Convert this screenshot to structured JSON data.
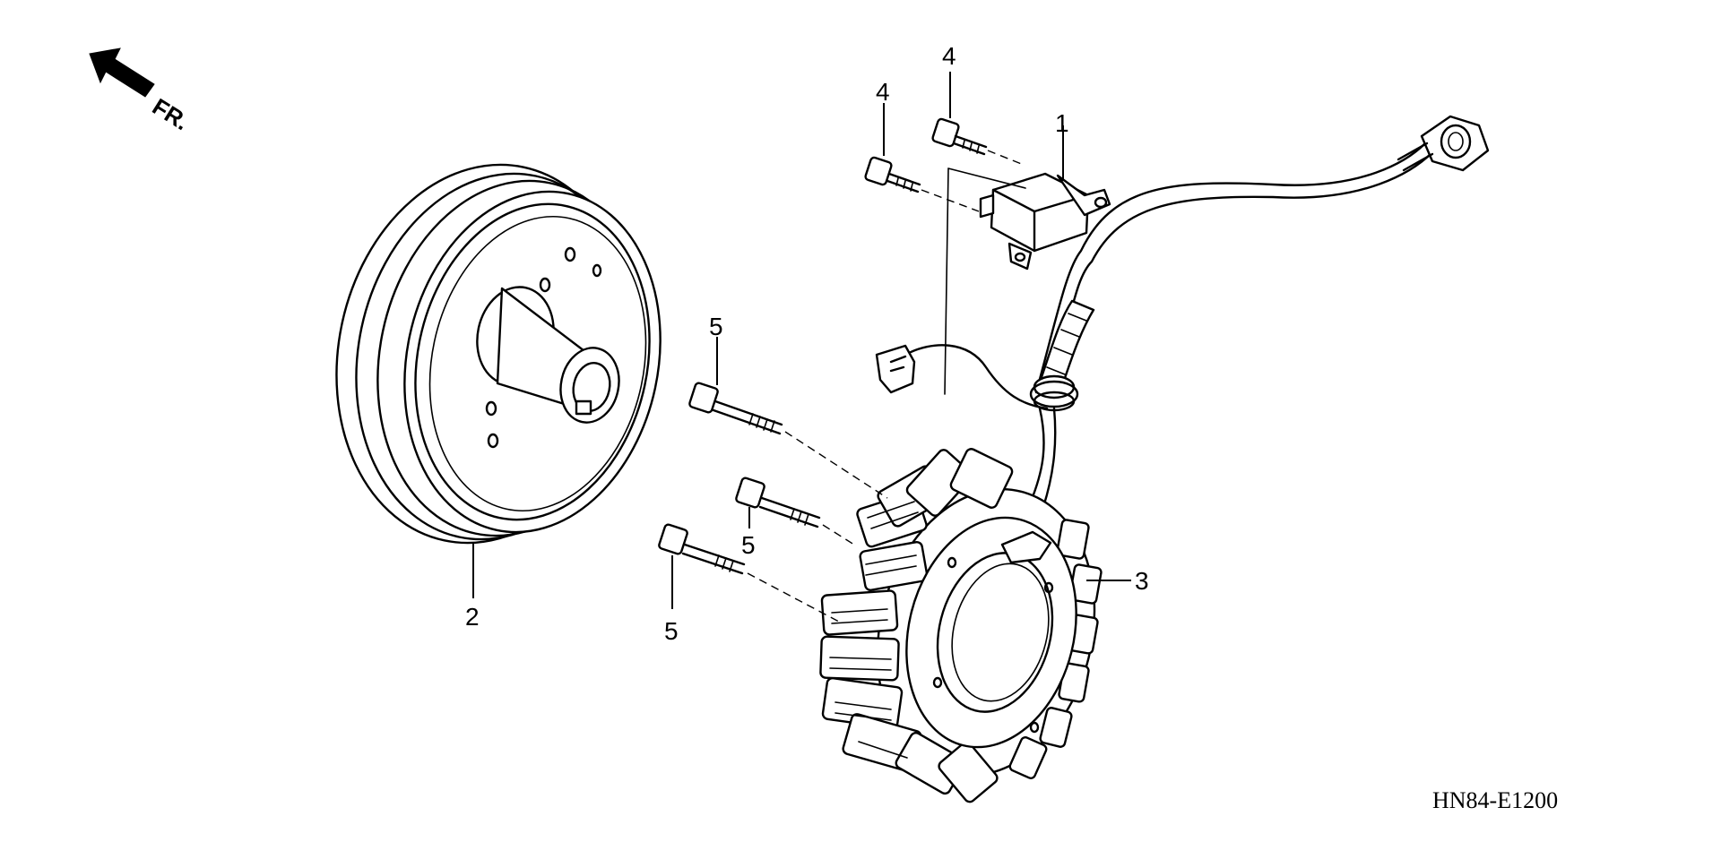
{
  "direction_indicator": {
    "label": "FR."
  },
  "callouts": {
    "part_1": "1",
    "part_2": "2",
    "part_3": "3",
    "part_4_upper": "4",
    "part_4_lower": "4",
    "part_5_upper": "5",
    "part_5_middle": "5",
    "part_5_lower": "5"
  },
  "diagram_code": "HN84-E1200"
}
